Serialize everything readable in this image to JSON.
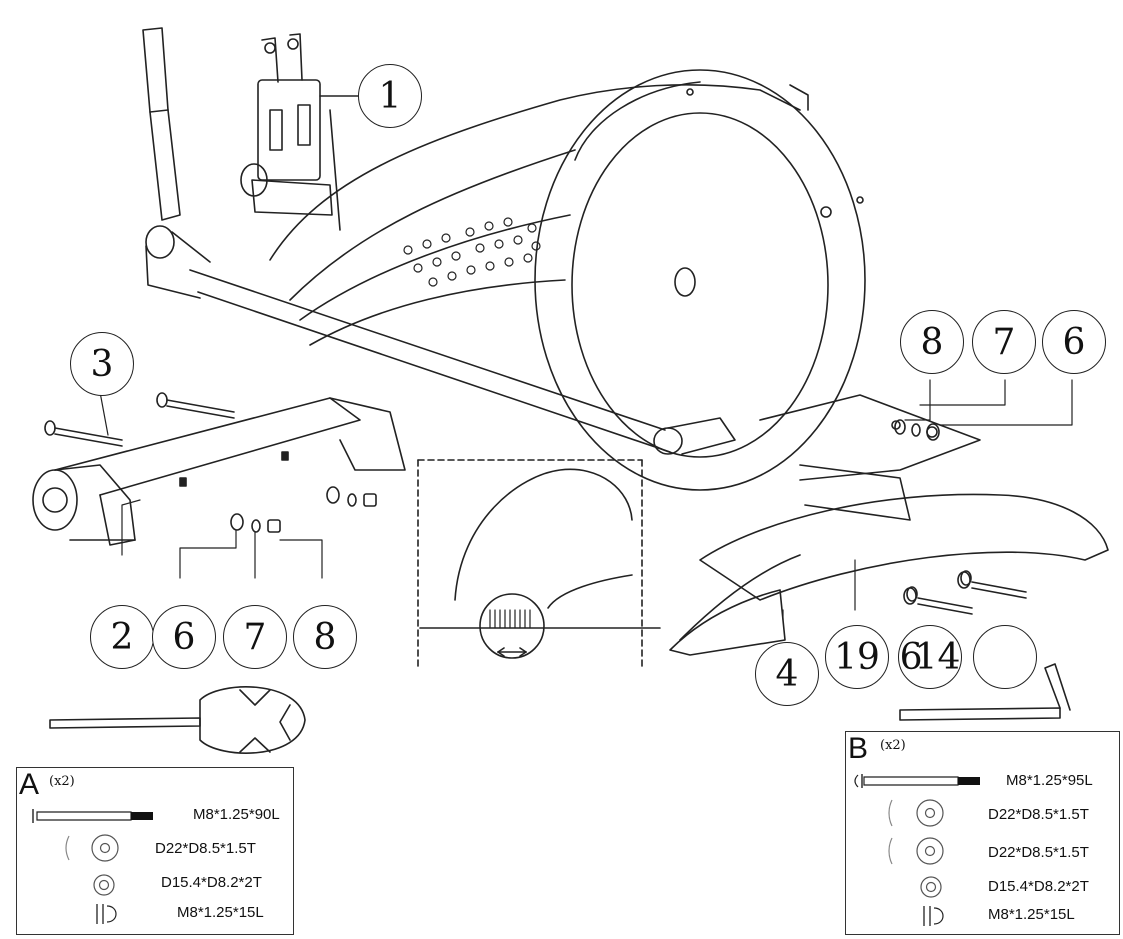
{
  "callouts": {
    "c1": "1",
    "c2": "2",
    "c3": "3",
    "c4": "4",
    "c6_left": "6",
    "c7_left": "7",
    "c8_left": "8",
    "c8_right": "8",
    "c7_right": "7",
    "c6_right": "6",
    "c19": "19",
    "c6_lower_right": "6",
    "c14": "14",
    "c_blank": ""
  },
  "panel_a": {
    "letter": "A",
    "quantity": "(x2)",
    "items": [
      {
        "icon": "bolt-icon",
        "spec": "M8*1.25*90L"
      },
      {
        "icon": "washer-icon",
        "spec": "D22*D8.5*1.5T"
      },
      {
        "icon": "spring-washer-icon",
        "spec": "D15.4*D8.2*2T"
      },
      {
        "icon": "nut-icon",
        "spec": "M8*1.25*15L"
      }
    ]
  },
  "panel_b": {
    "letter": "B",
    "quantity": "(x2)",
    "items": [
      {
        "icon": "bolt-icon",
        "spec": "M8*1.25*95L"
      },
      {
        "icon": "washer-icon",
        "spec": "D22*D8.5*1.5T"
      },
      {
        "icon": "washer-icon",
        "spec": "D22*D8.5*1.5T"
      },
      {
        "icon": "spring-washer-icon",
        "spec": "D15.4*D8.2*2T"
      },
      {
        "icon": "nut-icon",
        "spec": "M8*1.25*15L"
      }
    ]
  },
  "tools": [
    "wrench-icon",
    "allen-key-icon"
  ]
}
